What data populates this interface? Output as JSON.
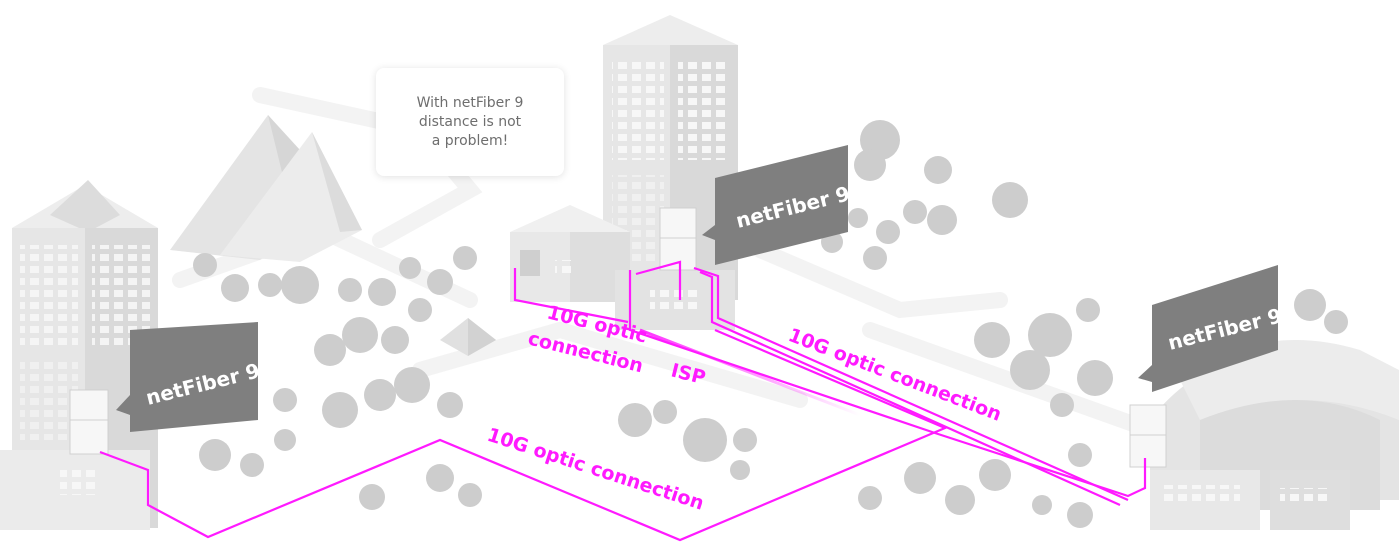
{
  "callout": {
    "lines": [
      "With netFiber 9",
      "distance is not",
      "a problem!"
    ]
  },
  "devices": {
    "left_label": "netFiber 9",
    "center_label": "netFiber 9",
    "right_label": "netFiber 9"
  },
  "links": {
    "center_short": [
      "10G optic",
      "connection"
    ],
    "isp": "ISP",
    "right": "10G optic connection",
    "bottom": "10G optic connection"
  },
  "colors": {
    "fiber": "#ff1aff",
    "tag": "#7f7f7f",
    "building": "#e6e6e6",
    "tree": "#c9c9c9"
  }
}
